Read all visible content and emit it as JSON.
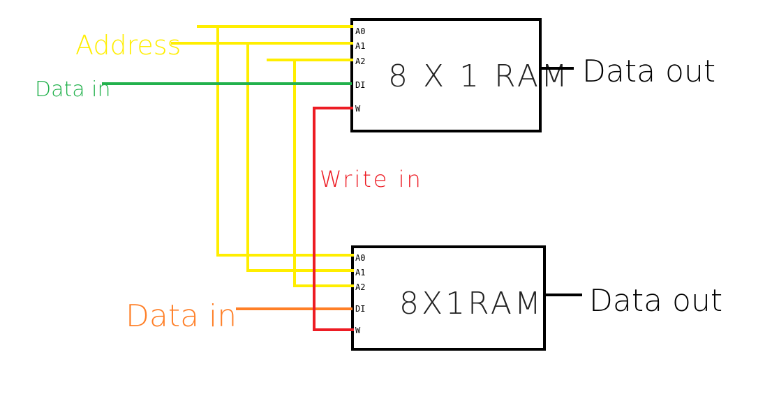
{
  "labels": {
    "address": "Address",
    "data_in_top": "Data in",
    "data_in_bottom": "Data in",
    "write_in": "Write in",
    "data_out_top": "Data out",
    "data_out_bottom": "Data out"
  },
  "chips": {
    "top": {
      "name": "8 X 1 RAM",
      "pins": [
        "A0",
        "A1",
        "A2",
        "DI",
        "W"
      ]
    },
    "bottom": {
      "name": "8X1RAM",
      "pins": [
        "A0",
        "A1",
        "A2",
        "DI",
        "W"
      ]
    }
  },
  "colors": {
    "address": "#ffee00",
    "data_in_top": "#22b14c",
    "data_in_bottom": "#ff7f27",
    "write": "#ed1c24",
    "outline": "#000000"
  }
}
